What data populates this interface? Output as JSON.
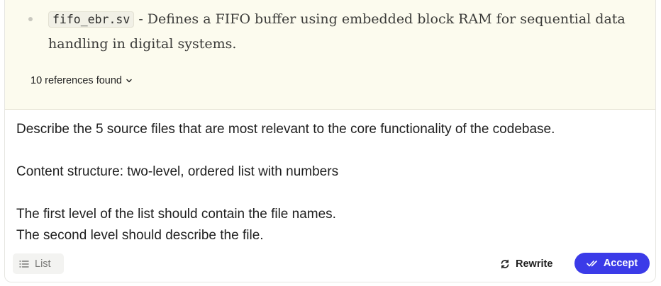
{
  "answer": {
    "file_name": "fifo_ebr.sv",
    "description": " - Defines a FIFO buffer using embedded block RAM for sequential data handling in digital systems.",
    "references_label": "10 references found"
  },
  "prompt": {
    "line1": "Describe the 5 source files that are most relevant to the core functionality of the codebase.",
    "line2": "Content structure: two-level, ordered list with numbers",
    "line3": "The first level of the list should contain the file names.",
    "line4": "The second level should describe the file."
  },
  "toolbar": {
    "list_label": "List",
    "rewrite_label": "Rewrite",
    "accept_label": "Accept"
  },
  "colors": {
    "accent": "#3b3be8",
    "answer_background": "#fcfbee"
  },
  "icons": {
    "bullet": "bullet-dot-icon",
    "references": "chevron-down-icon",
    "list": "list-icon",
    "rewrite": "refresh-icon",
    "accept": "double-check-icon"
  }
}
